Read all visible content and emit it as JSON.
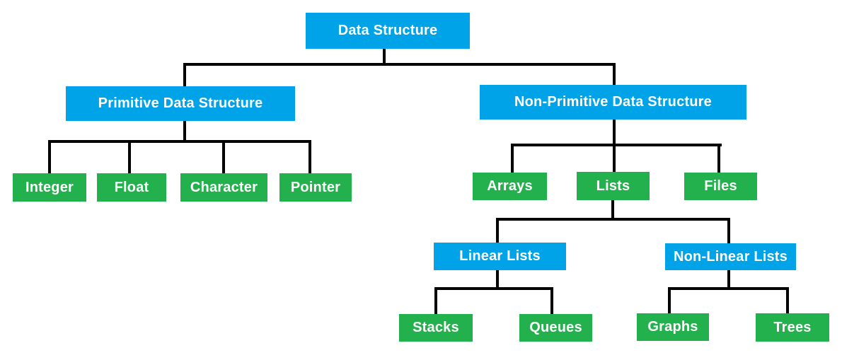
{
  "diagram": {
    "title": "Data Structure",
    "type": "tree-diagram",
    "colors": {
      "category_blue": "#00a2e8",
      "leaf_green": "#22b14c",
      "connector_black": "#000000",
      "text_white": "#ffffff"
    },
    "nodes": {
      "root": {
        "label": "Data Structure",
        "kind": "category"
      },
      "primitive": {
        "label": "Primitive Data Structure",
        "kind": "category"
      },
      "nonprimitive": {
        "label": "Non-Primitive Data Structure",
        "kind": "category"
      },
      "integer": {
        "label": "Integer",
        "kind": "leaf"
      },
      "float": {
        "label": "Float",
        "kind": "leaf"
      },
      "character": {
        "label": "Character",
        "kind": "leaf"
      },
      "pointer": {
        "label": "Pointer",
        "kind": "leaf"
      },
      "arrays": {
        "label": "Arrays",
        "kind": "leaf"
      },
      "lists": {
        "label": "Lists",
        "kind": "leaf"
      },
      "files": {
        "label": "Files",
        "kind": "leaf"
      },
      "linear": {
        "label": "Linear Lists",
        "kind": "category"
      },
      "nonlinear": {
        "label": "Non-Linear Lists",
        "kind": "category"
      },
      "stacks": {
        "label": "Stacks",
        "kind": "leaf"
      },
      "queues": {
        "label": "Queues",
        "kind": "leaf"
      },
      "graphs": {
        "label": "Graphs",
        "kind": "leaf"
      },
      "trees": {
        "label": "Trees",
        "kind": "leaf"
      }
    },
    "edges": [
      [
        "root",
        "primitive"
      ],
      [
        "root",
        "nonprimitive"
      ],
      [
        "primitive",
        "integer"
      ],
      [
        "primitive",
        "float"
      ],
      [
        "primitive",
        "character"
      ],
      [
        "primitive",
        "pointer"
      ],
      [
        "nonprimitive",
        "arrays"
      ],
      [
        "nonprimitive",
        "lists"
      ],
      [
        "nonprimitive",
        "files"
      ],
      [
        "lists",
        "linear"
      ],
      [
        "lists",
        "nonlinear"
      ],
      [
        "linear",
        "stacks"
      ],
      [
        "linear",
        "queues"
      ],
      [
        "nonlinear",
        "graphs"
      ],
      [
        "nonlinear",
        "trees"
      ]
    ]
  }
}
